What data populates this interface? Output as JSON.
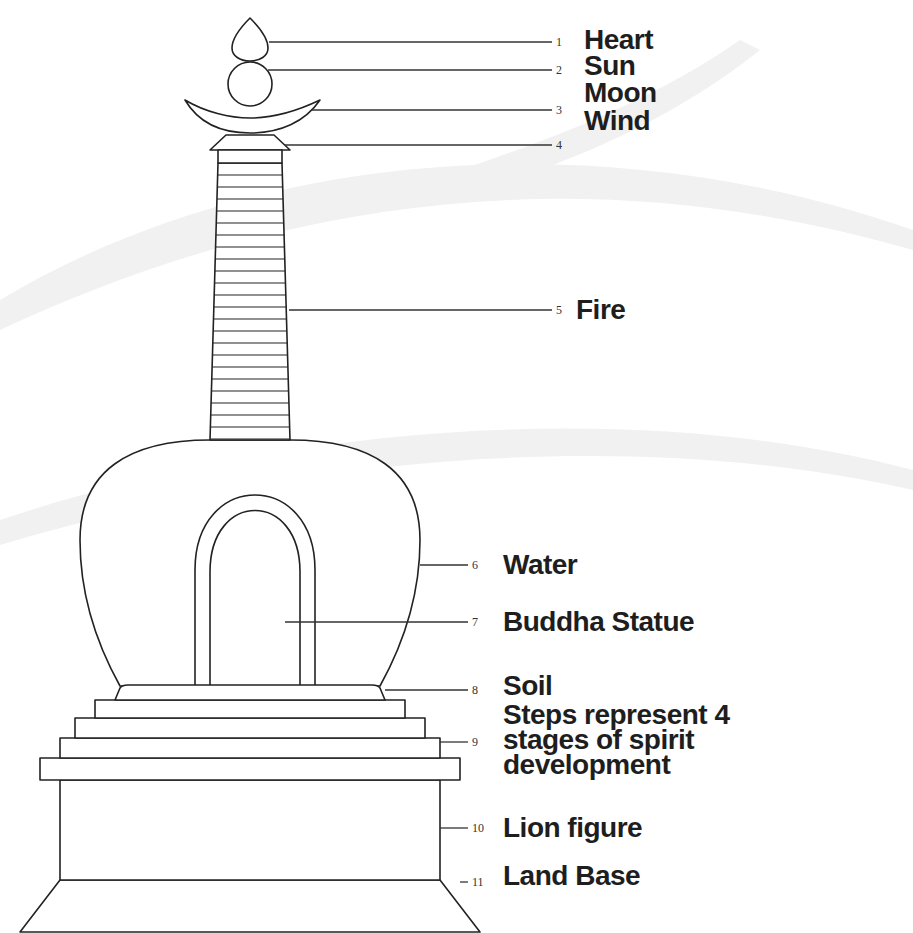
{
  "diagram": {
    "labels": [
      "1",
      "Heart",
      "2",
      "Sun",
      "3",
      "Moon",
      "4",
      "Wind",
      "5",
      "Fire",
      "6",
      "Water",
      "7",
      "Buddha Statue",
      "8",
      "Soil",
      "9",
      "Steps represent 4 stages of spirit development",
      "10",
      "Lion figure",
      "11",
      "Land Base"
    ]
  }
}
